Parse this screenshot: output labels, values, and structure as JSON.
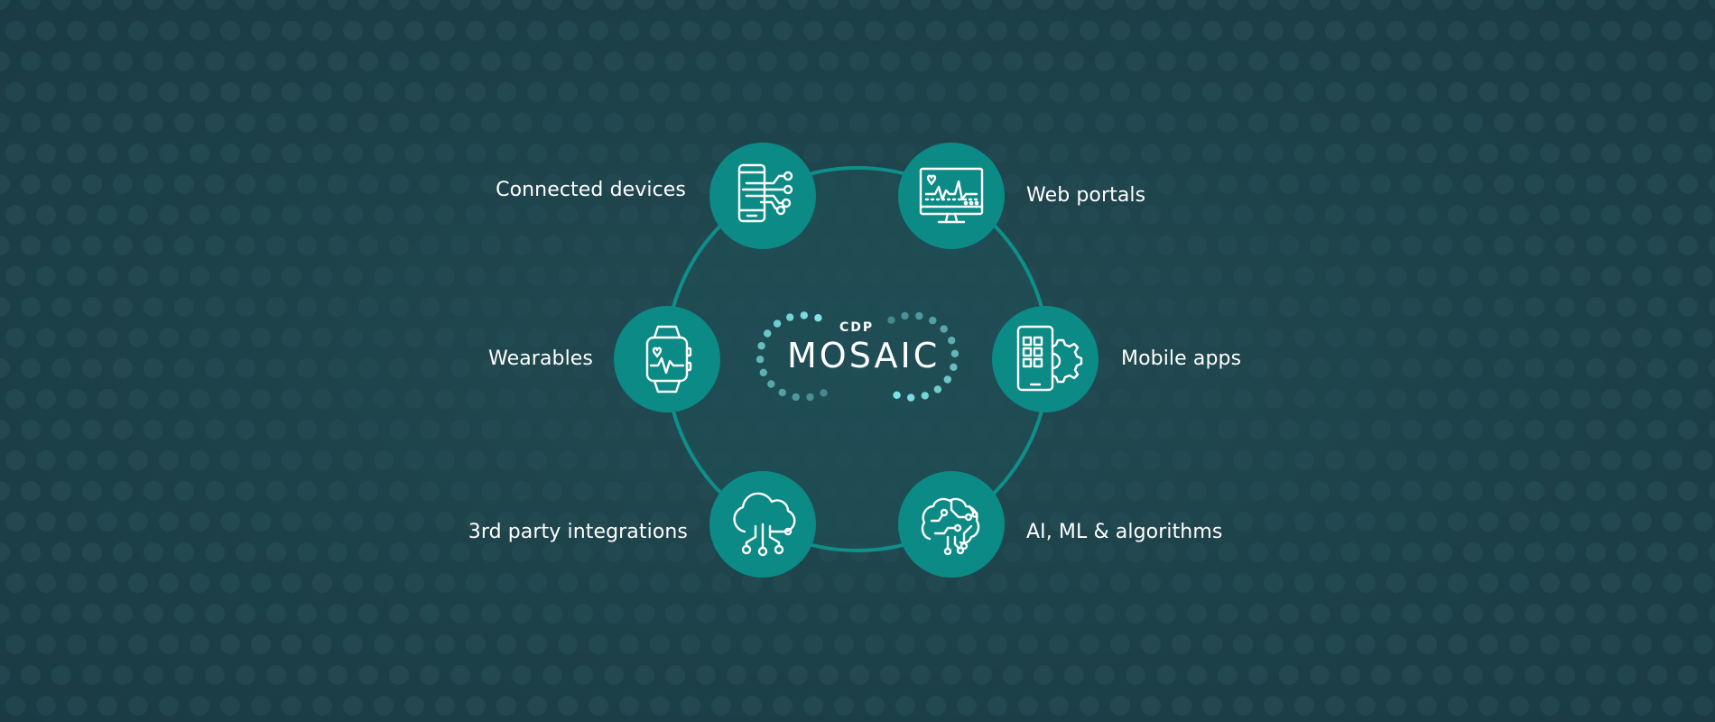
{
  "center": {
    "subtitle": "CDP",
    "title": "MOSAIC"
  },
  "nodes": [
    {
      "label": "Connected devices",
      "icon": "connected-device-icon"
    },
    {
      "label": "Web portals",
      "icon": "monitor-chart-icon"
    },
    {
      "label": "Wearables",
      "icon": "smartwatch-icon"
    },
    {
      "label": "Mobile apps",
      "icon": "mobile-app-icon"
    },
    {
      "label": "3rd party integrations",
      "icon": "cloud-network-icon"
    },
    {
      "label": "AI, ML & algorithms",
      "icon": "brain-circuit-icon"
    }
  ],
  "colors": {
    "background": "#1e434b",
    "node_fill": "#0b8a86",
    "ring_stroke": "#0f8f8a",
    "ring_fill": "#1f5058",
    "accent_dot": "#7fe3e6",
    "text": "#ffffff"
  }
}
